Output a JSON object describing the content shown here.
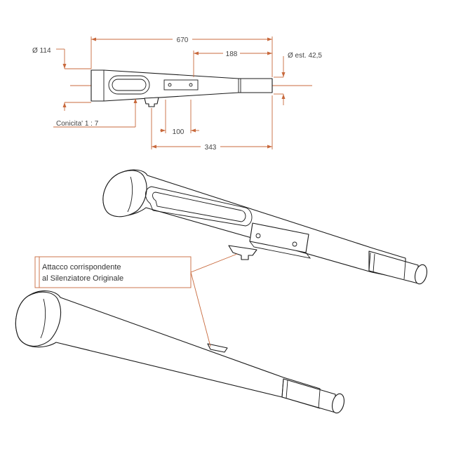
{
  "dimensions": {
    "overall_length": "670",
    "front_diameter": "Ø 114",
    "rear_section_length": "188",
    "outlet_diameter": "Ø est. 42,5",
    "taper": "Conicita' 1 : 7",
    "bracket_width": "100",
    "bracket_position": "343"
  },
  "callout": {
    "line1": "Attacco corrispondente",
    "line2": "al Silenziatore Originale"
  },
  "colors": {
    "dimension_lines": "#c8693c",
    "outline": "#1a1a1a",
    "background": "#ffffff"
  }
}
